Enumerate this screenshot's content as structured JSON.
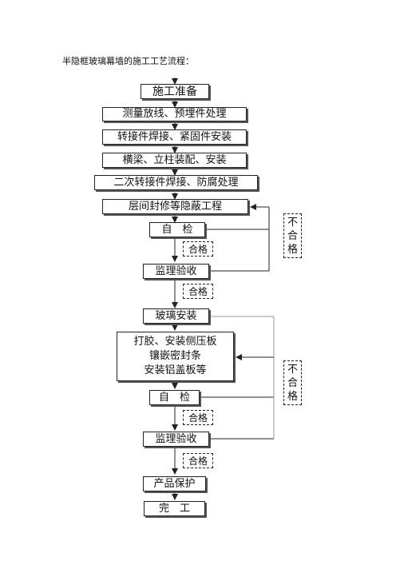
{
  "title": "半隐框玻璃幕墙的施工工艺流程：",
  "steps": {
    "s1": "施工准备",
    "s2": "测量放线、预埋件处理",
    "s3": "转接件焊接、紧固件安装",
    "s4": "横梁、立柱装配、安装",
    "s5": "二次转接件焊接、防腐处理",
    "s6": "层间封修等隐蔽工程",
    "s7": "自　检",
    "s8": "监理验收",
    "s9": "玻璃安装",
    "s10": [
      "打胶、安装侧压板",
      "镶嵌密封条",
      "安装铝盖板等"
    ],
    "s11": "自　检",
    "s12": "监理验收",
    "s13": "产品保护",
    "s14": "完　工"
  },
  "labels": {
    "pass1": "合格",
    "pass2": "合格",
    "pass3": "合格",
    "pass4": "合格",
    "fail1": [
      "不",
      "合",
      "格"
    ],
    "fail2": [
      "不",
      "合",
      "格"
    ]
  }
}
